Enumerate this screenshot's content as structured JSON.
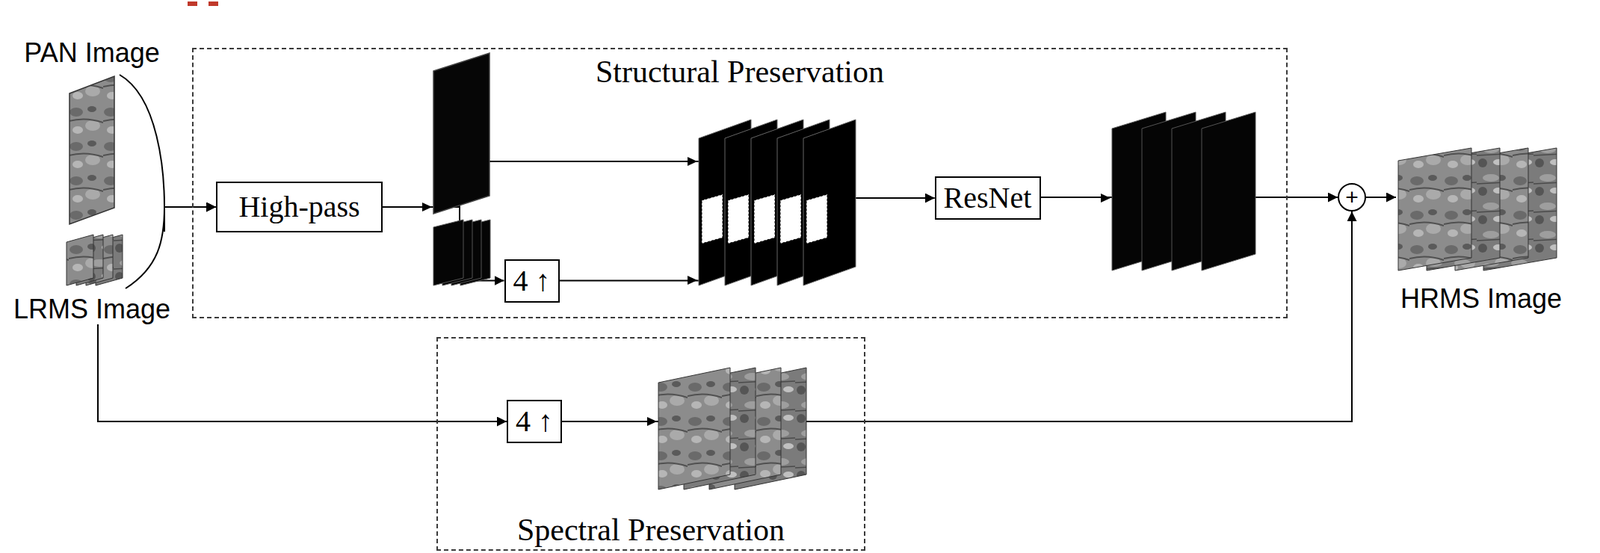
{
  "diagram": {
    "nodes": [
      {
        "text": [
          "PAN Image"
        ]
      },
      {
        "text": [
          "LRMS Image"
        ]
      },
      {
        "text": [
          "Structural Preservation"
        ]
      },
      {
        "text": [
          "High-pass"
        ],
        "in": 2
      },
      {
        "text": [
          "4 ↑"
        ],
        "in": 2
      },
      {
        "text": [
          "ResNet"
        ],
        "in": 2
      },
      {
        "text": [
          "Spectral Preservation"
        ]
      },
      {
        "text": [
          "4 ↑"
        ],
        "in": 6
      },
      {
        "text": [
          "+"
        ]
      },
      {
        "text": [
          "HRMS Image"
        ]
      }
    ],
    "edges": [
      {
        "from": 0,
        "to": 3,
        "arrow": "to"
      },
      {
        "from": 1,
        "to": 3,
        "arrow": "to"
      },
      {
        "from": 3,
        "to": 4,
        "arrow": "to"
      },
      {
        "from": 3,
        "to": 5,
        "arrow": "to"
      },
      {
        "from": 4,
        "to": 5,
        "arrow": "to"
      },
      {
        "from": 5,
        "to": 8,
        "arrow": "to"
      },
      {
        "from": 1,
        "to": 7,
        "arrow": "to"
      },
      {
        "from": 7,
        "to": 8,
        "arrow": "to"
      },
      {
        "from": 8,
        "to": 9,
        "arrow": "to"
      }
    ]
  }
}
